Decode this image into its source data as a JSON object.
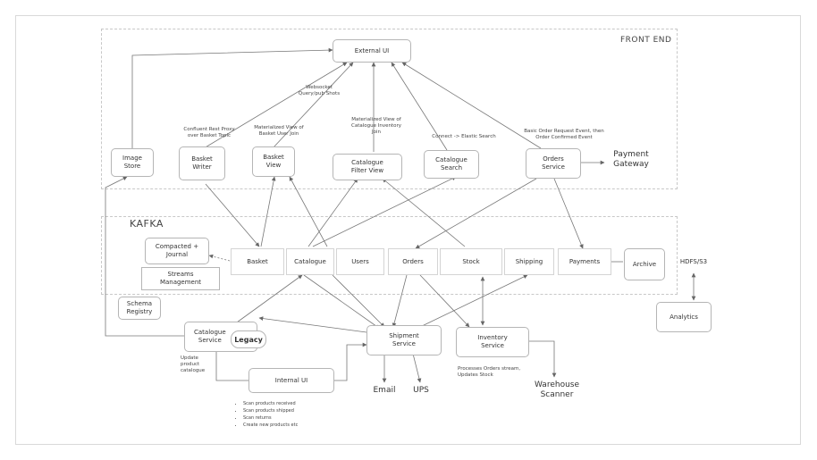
{
  "regions": {
    "front_end": "FRONT END",
    "kafka": "KAFKA"
  },
  "nodes": {
    "external_ui": "External UI",
    "image_store": "Image\nStore",
    "basket_writer": "Basket\nWriter",
    "basket_view": "Basket\nView",
    "catalogue_filter_view": "Catalogue\nFilter View",
    "catalogue_search": "Catalogue\nSearch",
    "orders_service": "Orders\nService",
    "payment_gateway": "Payment\nGateway",
    "compacted_journal": "Compacted +\nJournal",
    "stream_management": "Streams\nManagement",
    "schema_registry": "Schema\nRegistry",
    "archive": "Archive",
    "hdfs_s3": "HDFS/S3",
    "analytics": "Analytics",
    "catalogue_service": "Catalogue\nService",
    "legacy": "Legacy",
    "shipment_service": "Shipment\nService",
    "inventory_service": "Inventory\nService",
    "internal_ui": "Internal UI",
    "email": "Email",
    "ups": "UPS",
    "warehouse_scanner": "Warehouse\nScanner"
  },
  "topics": [
    "Basket",
    "Catalogue",
    "Users",
    "Orders",
    "Stock",
    "Shipping",
    "Payments"
  ],
  "notes": {
    "websocket": "Websocket\nQuery/pub Shots",
    "basket_writer_note": "Confluent Rest Proxy\nover Basket Topic",
    "basket_view_note": "Materialized View of\nBasket User Join",
    "catalogue_filter_note": "Materialized View of\nCatalogue Inventory\nJoin",
    "catalogue_search_note": "Connect -> Elastic Search",
    "orders_note": "Basic Order Request Event, then\nOrder Confirmed Event",
    "catalogue_service_note": "Update\nproduct\ncatalogue",
    "inventory_note": "Processes Orders stream,\nUpdates Stock"
  },
  "internal_ui_bullets": [
    "Scan products received",
    "Scan products shipped",
    "Scan returns",
    "Create new products etc"
  ]
}
